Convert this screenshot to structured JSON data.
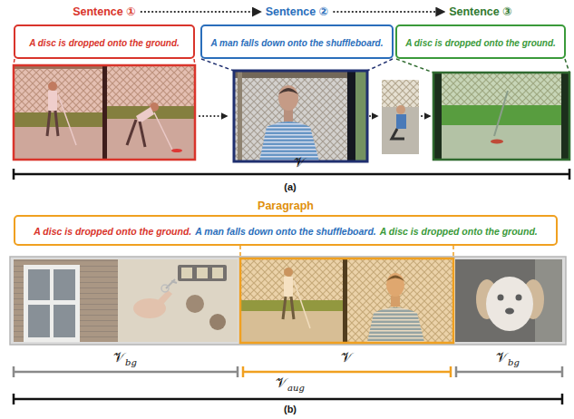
{
  "diagram": {
    "nodes": [
      {
        "text": [
          "Sentence ①",
          "A disc is dropped onto the ground."
        ]
      },
      {
        "text": [
          "Sentence ②",
          "A man falls down onto the shuffleboard."
        ]
      },
      {
        "text": [
          "Sentence ③",
          "A disc is dropped onto the ground."
        ]
      },
      {
        "text": [
          "Paragraph",
          "A disc is dropped onto the ground.",
          "A man falls down onto the shuffleboard.",
          "A disc is dropped onto the ground."
        ]
      }
    ],
    "edges": [
      {
        "from": 0,
        "to": 1,
        "arrow": "to"
      },
      {
        "from": 1,
        "to": 2,
        "arrow": "to"
      }
    ],
    "labels": [
      "𝒱",
      "(a)",
      "𝒱",
      "bg",
      "𝒱",
      "𝒱",
      "bg",
      "𝒱",
      "aug",
      "(b)"
    ]
  }
}
